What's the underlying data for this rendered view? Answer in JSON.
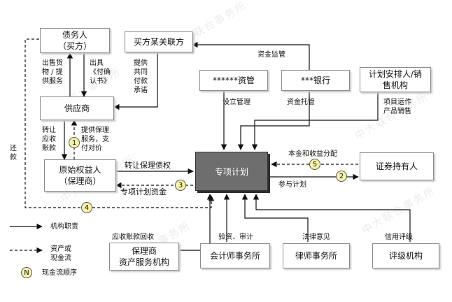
{
  "watermark": {
    "text": "中大联合事务所"
  },
  "nodes": {
    "debtor": [
      "债务人",
      "（买方）"
    ],
    "buyer_related": "买方某关联方",
    "fund_mgr": "******资管",
    "bank": "***银行",
    "plan_arranger": [
      "计划安排人/销",
      "售机构"
    ],
    "supplier": "供应商",
    "originator": [
      "原始权益人",
      "（保理商）"
    ],
    "spv": "专项计划",
    "holders": "证券持有人",
    "servicer": [
      "保理商",
      "资产服务机构"
    ],
    "accountant": "会计师事务所",
    "law_firm": "律师事务所",
    "rating": "评级机构"
  },
  "labels": {
    "sell_goods": [
      "出售货",
      "物 / 提",
      "供服务"
    ],
    "issue_note": [
      "出具",
      "《付确",
      "认书》"
    ],
    "commitment": [
      "提供",
      "共同",
      "付款",
      "承诺"
    ],
    "fund_supervision": "资金监管",
    "setup_mgmt": "设立管理",
    "custody": "资金托管",
    "project_ops": [
      "项目运作",
      "产品销售"
    ],
    "transfer_receivables": [
      "转让",
      "应收",
      "账款"
    ],
    "factoring_pay": [
      "提供保理",
      "服务，支",
      "付对价"
    ],
    "repay": [
      "还",
      "款"
    ],
    "transfer_factoring": "转让保理债权",
    "plan_funds": "专项计划资金",
    "principal_returns": "本金和收益分配",
    "participate": "参与计划",
    "collection": "应收账款回收",
    "audit": "验资、审计",
    "legal": "法律意见",
    "credit_rating": "信用评级"
  },
  "steps": [
    "1",
    "2",
    "3",
    "4",
    "5"
  ],
  "legend": {
    "duty": "机构职责",
    "cash_flow": [
      "资产或",
      "现金流"
    ],
    "sequence": "现金流顺序",
    "sequence_symbol": "N"
  }
}
